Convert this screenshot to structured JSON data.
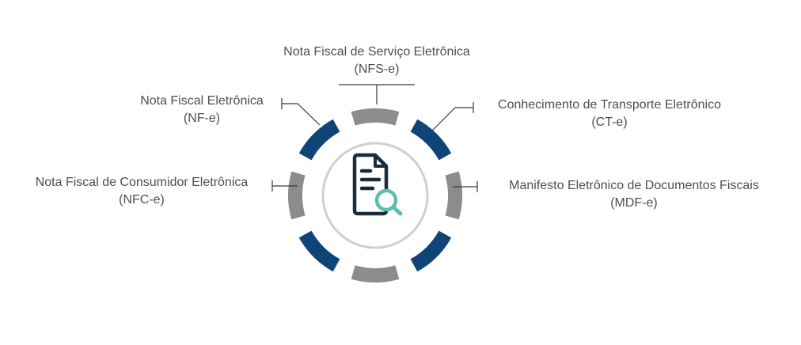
{
  "colors": {
    "navy": "#0e4478",
    "gray": "#8c8c8c",
    "inner_ring": "#cfcfcf",
    "icon_dark": "#1c2b39",
    "icon_teal": "#5cbfa6",
    "connector": "#3a3a3a",
    "text": "#4f4f4f"
  },
  "center_icon": "document-search-icon",
  "segments": [
    "gray",
    "navy",
    "gray",
    "navy",
    "gray",
    "navy",
    "gray",
    "navy"
  ],
  "labels": {
    "nfse": {
      "title": "Nota Fiscal de Serviço Eletrônica",
      "abbr": "(NFS-e)"
    },
    "nfe": {
      "title": "Nota Fiscal Eletrônica",
      "abbr": "(NF-e)"
    },
    "cte": {
      "title": "Conhecimento de Transporte Eletrônico",
      "abbr": "(CT-e)"
    },
    "nfce": {
      "title": "Nota Fiscal de Consumidor Eletrônica",
      "abbr": "(NFC-e)"
    },
    "mdfe": {
      "title": "Manifesto Eletrônico de Documentos Fiscais",
      "abbr": "(MDF-e)"
    }
  }
}
